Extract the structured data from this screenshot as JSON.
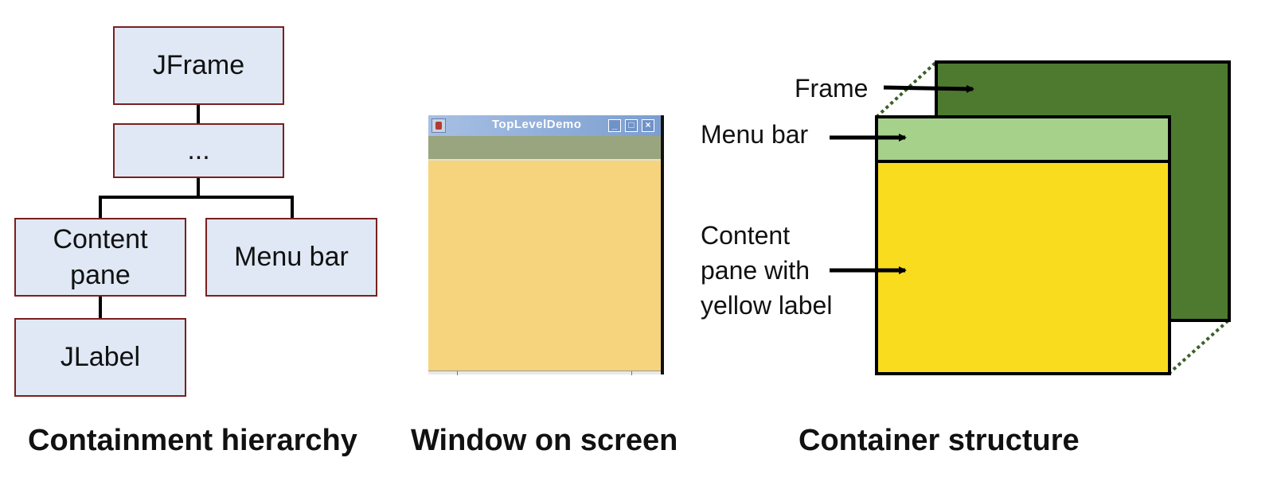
{
  "hierarchy": {
    "root": "JFrame",
    "middle": "...",
    "content_pane": "Content pane",
    "menu_bar": "Menu bar",
    "label": "JLabel"
  },
  "window": {
    "title": "TopLevelDemo",
    "colors": {
      "menubar": "#99a57e",
      "content": "#f6d47e",
      "titlebar": "#8aa9d6"
    }
  },
  "structure": {
    "frame": "Frame",
    "menu_bar": "Menu bar",
    "content_line1": "Content",
    "content_line2": "pane with",
    "content_line3": "yellow label",
    "colors": {
      "frame": "#4e7a30",
      "menubar": "#a5d18b",
      "content": "#f9dc1e"
    }
  },
  "captions": {
    "left": "Containment hierarchy",
    "middle": "Window on screen",
    "right": "Container structure"
  }
}
